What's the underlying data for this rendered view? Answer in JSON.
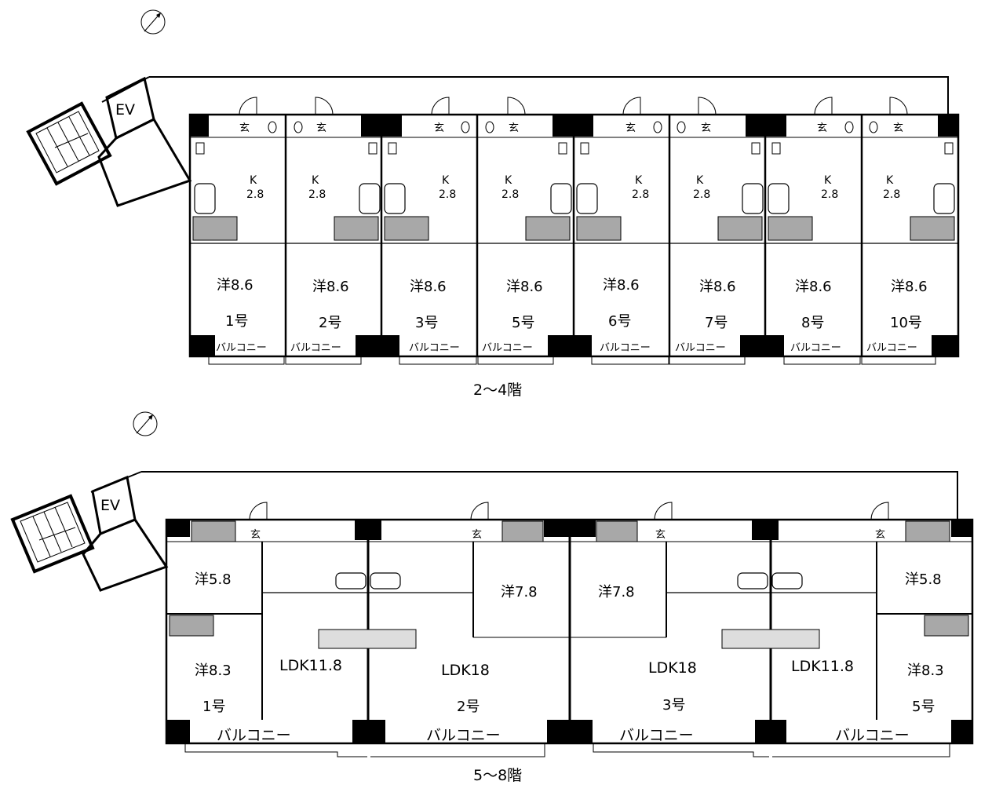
{
  "upper": {
    "caption": "2〜4階",
    "ev": "EV",
    "entrance": "玄",
    "kitchen": "K",
    "kitchen_size": "2.8",
    "room": "洋8.6",
    "balcony": "バルコニー",
    "units": [
      "1号",
      "2号",
      "3号",
      "5号",
      "6号",
      "7号",
      "8号",
      "10号"
    ]
  },
  "lower": {
    "caption": "5〜8階",
    "ev": "EV",
    "entrance": "玄",
    "balcony": "バルコニー",
    "units": [
      {
        "no": "1号",
        "ldk": "LDK11.8",
        "rooms": [
          "洋5.8",
          "洋8.3"
        ]
      },
      {
        "no": "2号",
        "ldk": "LDK18",
        "rooms": [
          "洋7.8"
        ]
      },
      {
        "no": "3号",
        "ldk": "LDK18",
        "rooms": [
          "洋7.8"
        ]
      },
      {
        "no": "5号",
        "ldk": "LDK11.8",
        "rooms": [
          "洋5.8",
          "洋8.3"
        ]
      }
    ]
  }
}
